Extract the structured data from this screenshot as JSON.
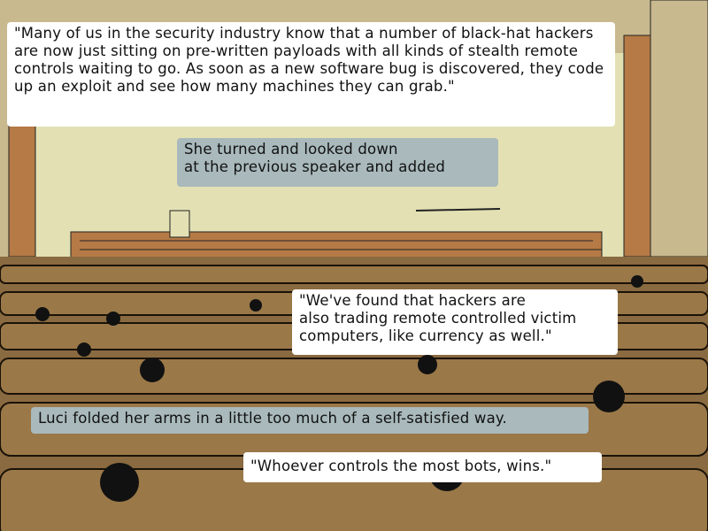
{
  "captions": {
    "quote1": "\"Many of us in the security industry know that a number of black-hat hackers are now just sitting on pre-written payloads with all kinds of stealth remote controls waiting to go. As soon as a new software bug is discovered, they code up an exploit and see how many machines they can grab.\"",
    "narration1": "She turned and looked down\nat the previous speaker and added",
    "quote2": "\"We've found that hackers are\nalso trading remote controlled victim\ncomputers, like currency as well.\"",
    "narration2": "Luci folded her arms in a little too much of a self-satisfied way.",
    "quote3": "\"Whoever controls the most bots, wins.\""
  },
  "colors": {
    "wall": "#e3e1b4",
    "frame": "#b57a45",
    "seats": "#8a6a40",
    "ceiling": "#c9b98f",
    "caption_gray": "#a9b9bc"
  }
}
